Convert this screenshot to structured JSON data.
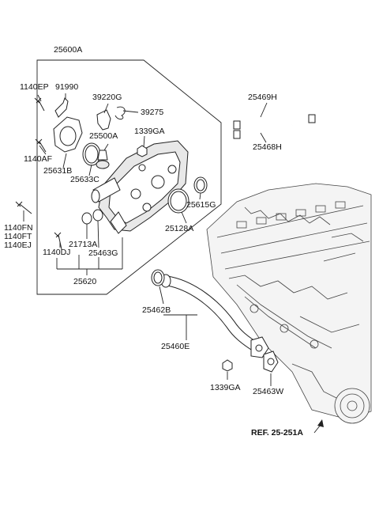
{
  "labels": {
    "p25600A": "25600A",
    "p1140EP": "1140EP",
    "p91990": "91990",
    "p39220G": "39220G",
    "p39275": "39275",
    "p1339GA_top": "1339GA",
    "p25500A": "25500A",
    "p1140AF": "1140AF",
    "p25631B": "25631B",
    "p25633C": "25633C",
    "p25615G": "25615G",
    "p25128A": "25128A",
    "p1140FN": "1140FN",
    "p1140FT": "1140FT",
    "p1140EJ": "1140EJ",
    "p21713A": "21713A",
    "p1140DJ": "1140DJ",
    "p25463G": "25463G",
    "p25620": "25620",
    "p25469H": "25469H",
    "p25468H": "25468H",
    "p25462B": "25462B",
    "p25460E": "25460E",
    "p1339GA_bottom": "1339GA",
    "p25463W": "25463W"
  },
  "reference": "REF. 25-251A"
}
